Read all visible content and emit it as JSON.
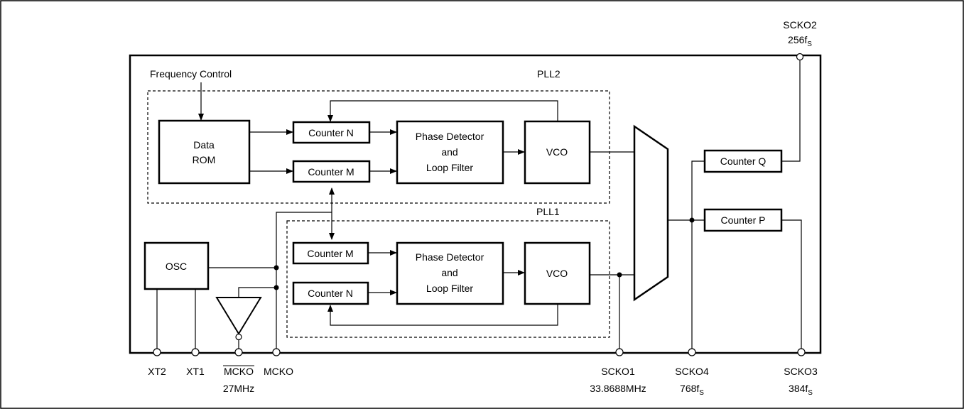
{
  "blocks": {
    "freq_control": "Frequency Control",
    "pll2": "PLL2",
    "pll1": "PLL1",
    "data_rom_line1": "Data",
    "data_rom_line2": "ROM",
    "pll2_counter_n": "Counter N",
    "pll2_counter_m": "Counter M",
    "pll2_pd_line1": "Phase Detector",
    "pll2_pd_line2": "and",
    "pll2_pd_line3": "Loop Filter",
    "pll2_vco": "VCO",
    "osc": "OSC",
    "pll1_counter_m": "Counter M",
    "pll1_counter_n": "Counter N",
    "pll1_pd_line1": "Phase Detector",
    "pll1_pd_line2": "and",
    "pll1_pd_line3": "Loop Filter",
    "pll1_vco": "VCO",
    "counter_q": "Counter Q",
    "counter_p": "Counter P"
  },
  "pins": {
    "scko2_name": "SCKO2",
    "scko2_freq_main": "256f",
    "scko2_freq_sub": "S",
    "xt2": "XT2",
    "xt1": "XT1",
    "mcko_bar": "MCKO",
    "mcko_bar_freq": "27MHz",
    "mcko": "MCKO",
    "scko1_name": "SCKO1",
    "scko1_freq": "33.8688MHz",
    "scko4_name": "SCKO4",
    "scko4_freq_main": "768f",
    "scko4_freq_sub": "S",
    "scko3_name": "SCKO3",
    "scko3_freq_main": "384f",
    "scko3_freq_sub": "S"
  }
}
